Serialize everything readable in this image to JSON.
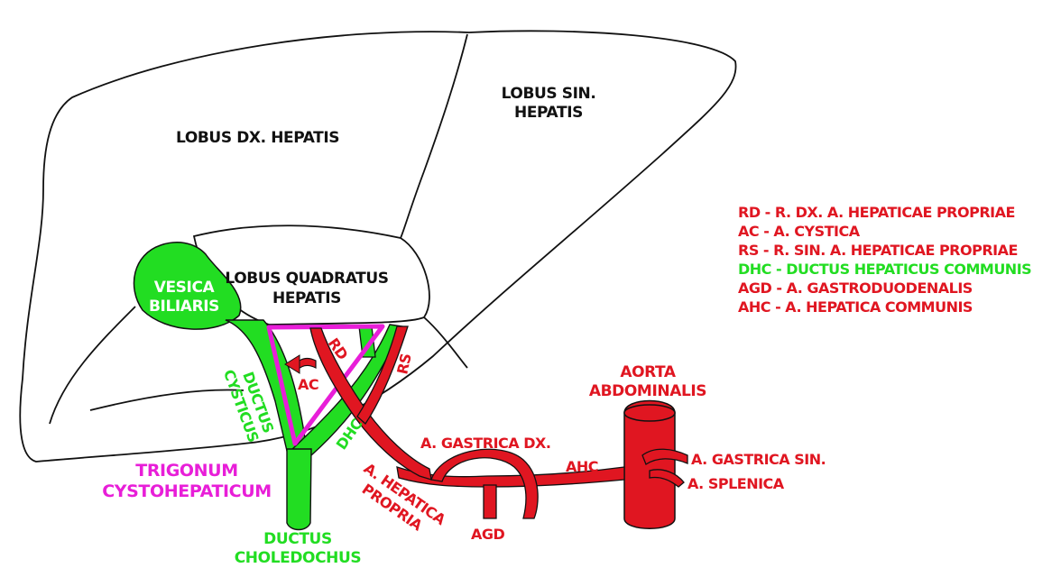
{
  "colors": {
    "artery": "#e01621",
    "bile": "#22dd22",
    "trigonum": "#e81ed8",
    "outline": "#111111",
    "label_dark": "#111111",
    "label_light": "#ffffff"
  },
  "labels": {
    "lobus_dx": "LOBUS DX. HEPATIS",
    "lobus_sin_1": "LOBUS SIN.",
    "lobus_sin_2": "HEPATIS",
    "lobus_quad_1": "LOBUS QUADRATUS",
    "lobus_quad_2": "HEPATIS",
    "vesica_1": "VESICA",
    "vesica_2": "BILIARIS",
    "ductus_cysticus_1": "DUCTUS",
    "ductus_cysticus_2": "CYSTICUS",
    "trigonum_1": "TRIGONUM",
    "trigonum_2": "CYSTOHEPATICUM",
    "ductus_choledochus_1": "DUCTUS",
    "ductus_choledochus_2": "CHOLEDOCHUS",
    "dhc": "DHC",
    "ac": "AC",
    "rd": "RD",
    "rs": "RS",
    "a_hepatica_propria_1": "A. HEPATICA",
    "a_hepatica_propria_2": "PROPRIA",
    "a_gastrica_dx": "A. GASTRICA DX.",
    "ahc": "AHC",
    "agd": "AGD",
    "aorta_1": "AORTA",
    "aorta_2": "ABDOMINALIS",
    "a_gastrica_sin": "A. GASTRICA SIN.",
    "a_splenica": "A. SPLENICA"
  },
  "legend": [
    {
      "text": "RD - R. DX. A. HEPATICAE PROPRIAE",
      "color": "#e01621"
    },
    {
      "text": "AC - A. CYSTICA",
      "color": "#e01621"
    },
    {
      "text": "RS - R. SIN. A. HEPATICAE PROPRIAE",
      "color": "#e01621"
    },
    {
      "text": "DHC - DUCTUS HEPATICUS COMMUNIS",
      "color": "#22dd22"
    },
    {
      "text": "AGD - A. GASTRODUODENALIS",
      "color": "#e01621"
    },
    {
      "text": "AHC - A. HEPATICA COMMUNIS",
      "color": "#e01621"
    }
  ]
}
